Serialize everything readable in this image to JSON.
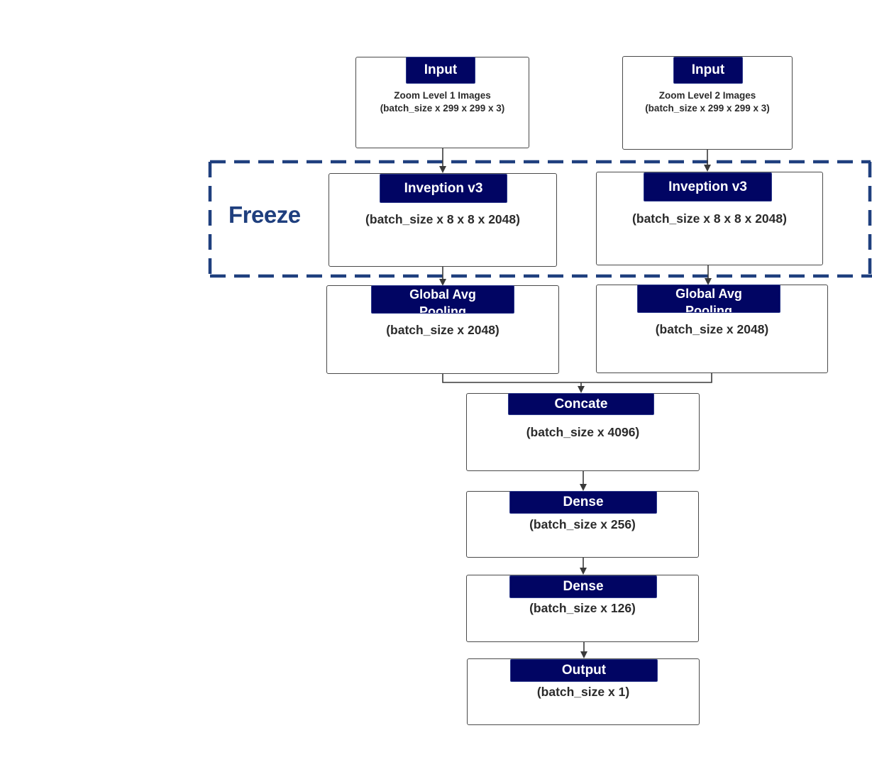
{
  "freeze": {
    "label": "Freeze",
    "color": "#1f3f7e"
  },
  "colors": {
    "header_fill": "#010563",
    "border": "#4a4a4a",
    "wire": "#3a3a3a"
  },
  "nodes": {
    "input1": {
      "title": "Input",
      "line1": "Zoom Level 1 Images",
      "line2": "(batch_size x 299 x 299 x 3)"
    },
    "input2": {
      "title": "Input",
      "line1": "Zoom Level 2 Images",
      "line2": "(batch_size x 299 x 299 x 3)"
    },
    "incep1": {
      "title": "Inveption v3",
      "shape": "(batch_size x 8 x 8 x 2048)"
    },
    "incep2": {
      "title": "Inveption v3",
      "shape": "(batch_size x 8 x 8 x 2048)"
    },
    "gap1": {
      "title": "Global Avg\nPooling",
      "shape": "(batch_size x 2048)"
    },
    "gap2": {
      "title": "Global Avg\nPooling",
      "shape": "(batch_size x 2048)"
    },
    "concat": {
      "title": "Concate",
      "shape": "(batch_size x 4096)"
    },
    "dense1": {
      "title": "Dense",
      "shape": "(batch_size x 256)"
    },
    "dense2": {
      "title": "Dense",
      "shape": "(batch_size x 126)"
    },
    "output": {
      "title": "Output",
      "shape": "(batch_size x 1)"
    }
  }
}
